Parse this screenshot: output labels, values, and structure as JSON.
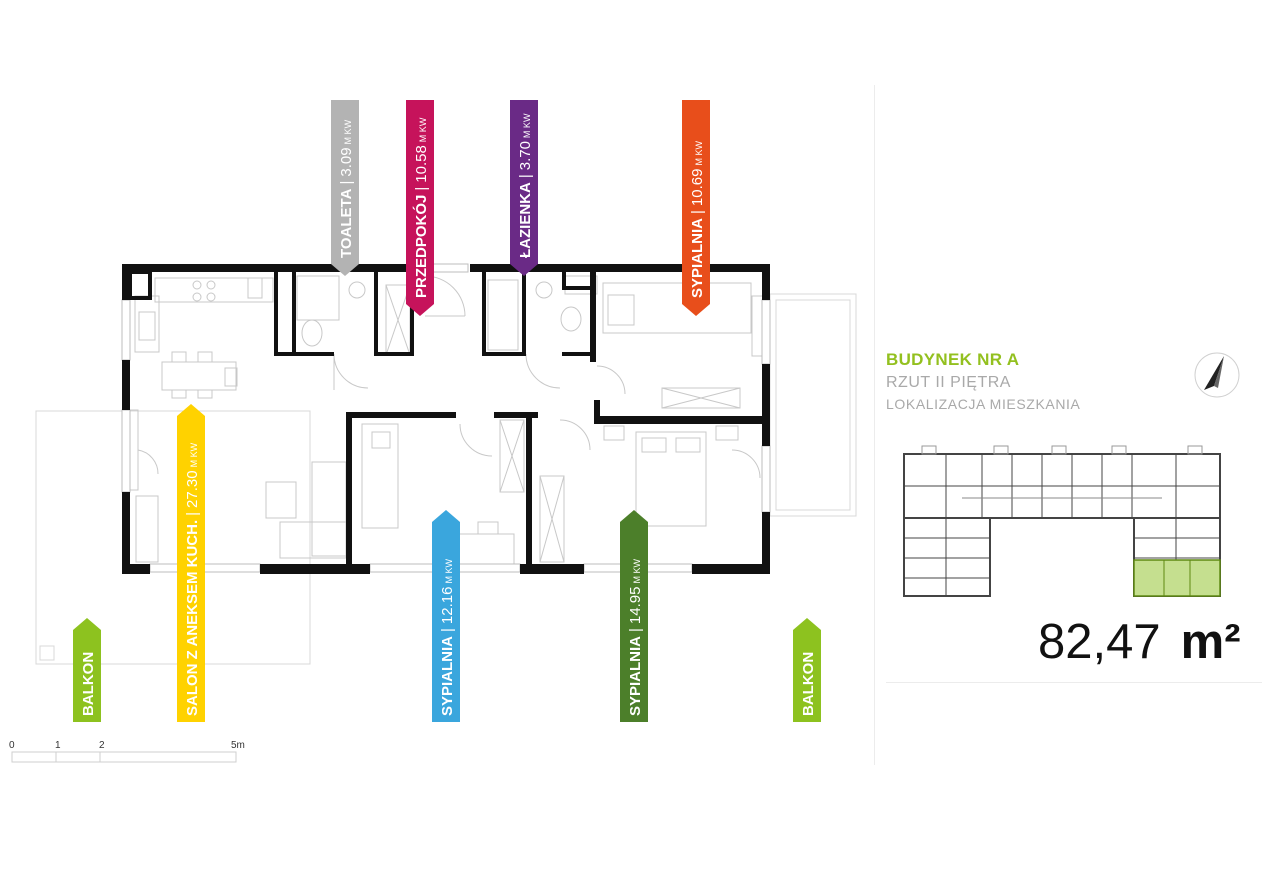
{
  "building": {
    "title": "BUDYNEK NR A",
    "floor": "RZUT II PIĘTRA",
    "location_label": "LOKALIZACJA MIESZKANIA"
  },
  "total_area": {
    "value": "82,47",
    "unit": "m²"
  },
  "colors": {
    "toaleta": "#b3b3b3",
    "przedpokoj": "#c6135b",
    "lazienka": "#6a2a86",
    "sypialnia_top": "#e84e1b",
    "salon": "#ffd200",
    "sypialnia_mid": "#3aa6dd",
    "sypialnia_right": "#4c7f2a",
    "balkon": "#8dc21f"
  },
  "rooms": {
    "toaleta": {
      "name": "TOALETA",
      "area": "3.09",
      "unit": "M KW"
    },
    "przedpokoj": {
      "name": "PRZEDPOKÓJ",
      "area": "10.58",
      "unit": "M KW"
    },
    "lazienka": {
      "name": "ŁAZIENKA",
      "area": "3.70",
      "unit": "M KW"
    },
    "sypialnia_top": {
      "name": "SYPIALNIA",
      "area": "10.69",
      "unit": "M KW"
    },
    "salon": {
      "name": "SALON Z ANEKSEM KUCH.",
      "area": "27.30",
      "unit": "M KW"
    },
    "sypialnia_mid": {
      "name": "SYPIALNIA",
      "area": "12.16",
      "unit": "M KW"
    },
    "sypialnia_right": {
      "name": "SYPIALNIA",
      "area": "14.95",
      "unit": "M KW"
    },
    "balkon_left": {
      "name": "BALKON"
    },
    "balkon_right": {
      "name": "BALKON"
    }
  },
  "scale": {
    "t0": "0",
    "t1": "1",
    "t2": "2",
    "t5": "5m"
  }
}
